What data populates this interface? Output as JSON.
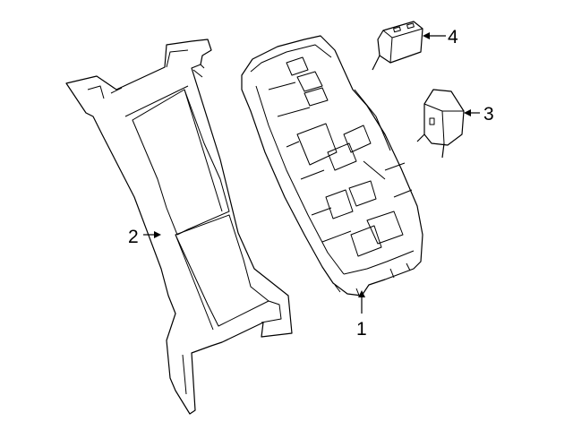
{
  "callouts": [
    {
      "id": "1",
      "label": "1",
      "part": "fuse-box"
    },
    {
      "id": "2",
      "label": "2",
      "part": "mounting-bracket"
    },
    {
      "id": "3",
      "label": "3",
      "part": "relay"
    },
    {
      "id": "4",
      "label": "4",
      "part": "fuse"
    }
  ],
  "colors": {
    "line": "#000000",
    "background": "#ffffff"
  }
}
